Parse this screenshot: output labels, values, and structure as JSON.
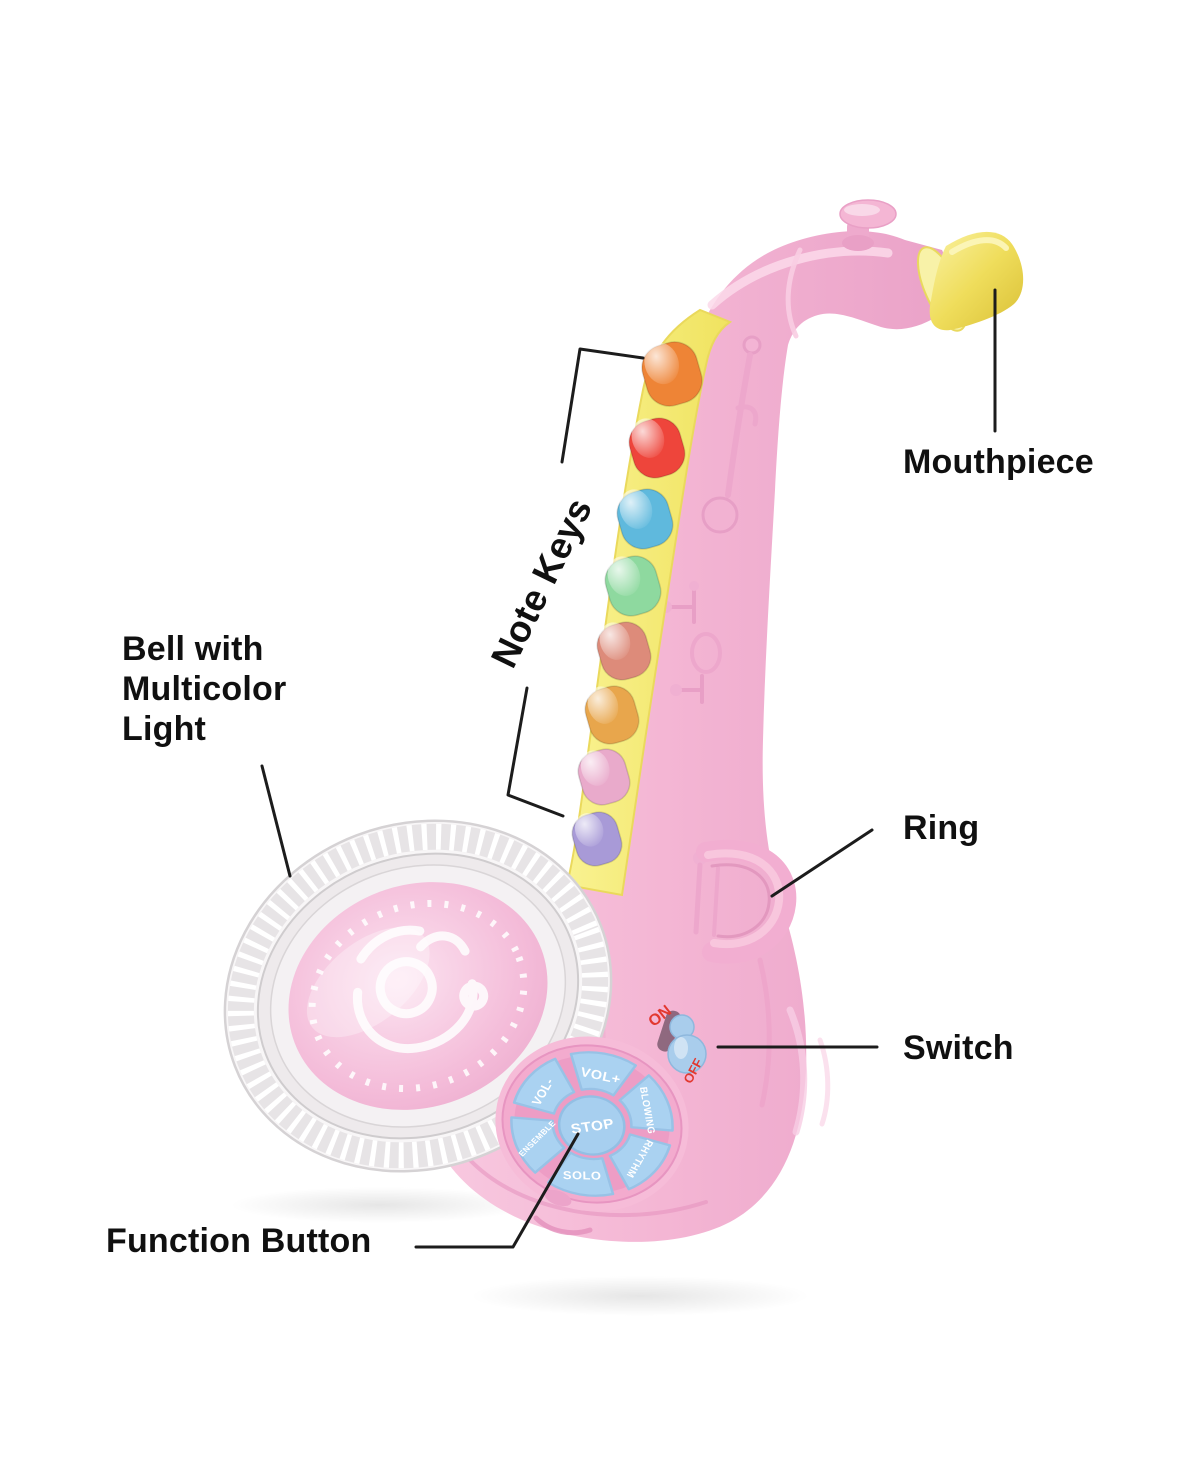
{
  "annotations": {
    "mouthpiece": "Mouthpiece",
    "note_keys": "Note Keys",
    "bell_lines": [
      "Bell with",
      "Multicolor",
      "Light"
    ],
    "ring": "Ring",
    "switch": "Switch",
    "function_button": "Function Button"
  },
  "switch_labels": {
    "on": "ON",
    "off": "OFF"
  },
  "function_pad": {
    "center_label": "STOP",
    "buttons": [
      "VOL+",
      "BLOWING",
      "RHYTHM",
      "SOLO",
      "ENSEMBLE",
      "VOL-"
    ]
  },
  "note_key_colors": [
    "#ee8436",
    "#ee453b",
    "#5fb9dd",
    "#8ed99f",
    "#dd8b7a",
    "#e8a64c",
    "#e9aacb",
    "#a89ad7"
  ],
  "colors": {
    "body_pink": "#f4b7d4",
    "key_strip_yellow": "#f6ec73",
    "mouthpiece_yellow": "#eedc55",
    "button_blue": "#aad2f1",
    "pad_pink": "#f3abce",
    "switch_text_red": "#e2382f",
    "label_text": "#101010",
    "leader_line": "#1c1c1c",
    "background": "#ffffff"
  }
}
